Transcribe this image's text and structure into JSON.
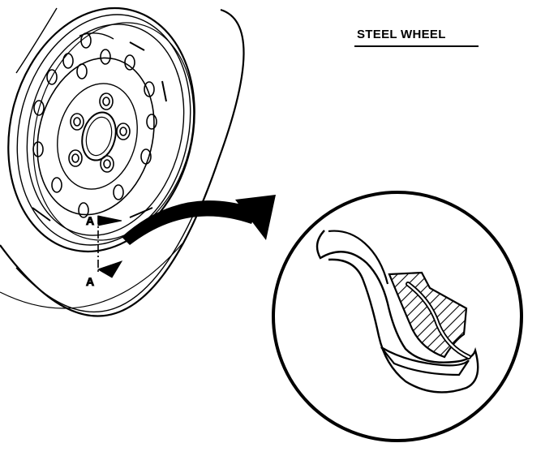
{
  "title": "STEEL WHEEL",
  "section_marker_top": "A",
  "section_marker_bottom": "A",
  "colors": {
    "ink": "#000000",
    "paper": "#ffffff"
  }
}
